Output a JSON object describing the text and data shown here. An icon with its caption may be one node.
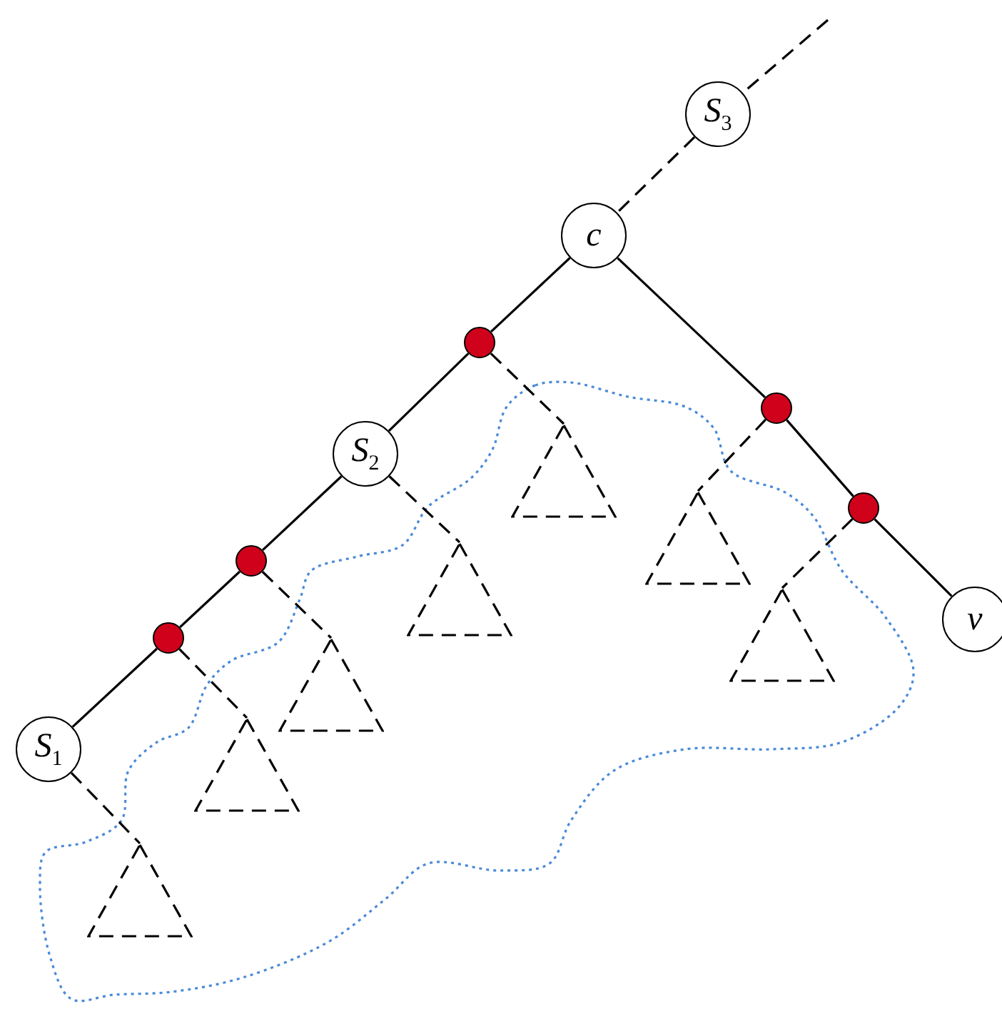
{
  "diagram": {
    "nodes": [
      {
        "text": [
          "S$_{3}$"
        ]
      },
      {
        "text": [
          "c"
        ]
      },
      {
        "text": [],
        "shape": "circle"
      },
      {
        "text": [],
        "shape": "circle"
      },
      {
        "text": [],
        "shape": "triangle"
      },
      {
        "text": [
          "S$_{2}$"
        ]
      },
      {
        "text": [],
        "shape": "triangle"
      },
      {
        "text": [],
        "shape": "circle"
      },
      {
        "text": [],
        "shape": "triangle"
      },
      {
        "text": [],
        "shape": "circle"
      },
      {
        "text": [],
        "shape": "triangle"
      },
      {
        "text": [
          "v"
        ]
      },
      {
        "text": [],
        "shape": "circle"
      },
      {
        "text": [],
        "shape": "triangle"
      },
      {
        "text": [],
        "shape": "triangle"
      },
      {
        "text": [
          "S$_{1}$"
        ]
      },
      {
        "text": [],
        "shape": "triangle"
      }
    ],
    "edges": [
      {
        "from": null,
        "to": 0,
        "arrow": "none",
        "style": "dashed"
      },
      {
        "from": 0,
        "to": 1,
        "arrow": "none",
        "style": "dashed"
      },
      {
        "from": 1,
        "to": 2,
        "arrow": "none"
      },
      {
        "from": 2,
        "to": 5,
        "arrow": "none"
      },
      {
        "from": 5,
        "to": 9,
        "arrow": "none"
      },
      {
        "from": 9,
        "to": 12,
        "arrow": "none"
      },
      {
        "from": 12,
        "to": 15,
        "arrow": "none"
      },
      {
        "from": 1,
        "to": 3,
        "arrow": "none"
      },
      {
        "from": 3,
        "to": 7,
        "arrow": "none"
      },
      {
        "from": 7,
        "to": 11,
        "arrow": "none"
      },
      {
        "from": 2,
        "to": 4,
        "arrow": "none",
        "style": "dashed"
      },
      {
        "from": 5,
        "to": 8,
        "arrow": "none",
        "style": "dashed"
      },
      {
        "from": 9,
        "to": 13,
        "arrow": "none",
        "style": "dashed"
      },
      {
        "from": 12,
        "to": 14,
        "arrow": "none",
        "style": "dashed"
      },
      {
        "from": 15,
        "to": 16,
        "arrow": "none",
        "style": "dashed"
      },
      {
        "from": 3,
        "to": 6,
        "arrow": "none",
        "style": "dashed"
      },
      {
        "from": 7,
        "to": 10,
        "arrow": "none",
        "style": "dashed"
      }
    ]
  }
}
